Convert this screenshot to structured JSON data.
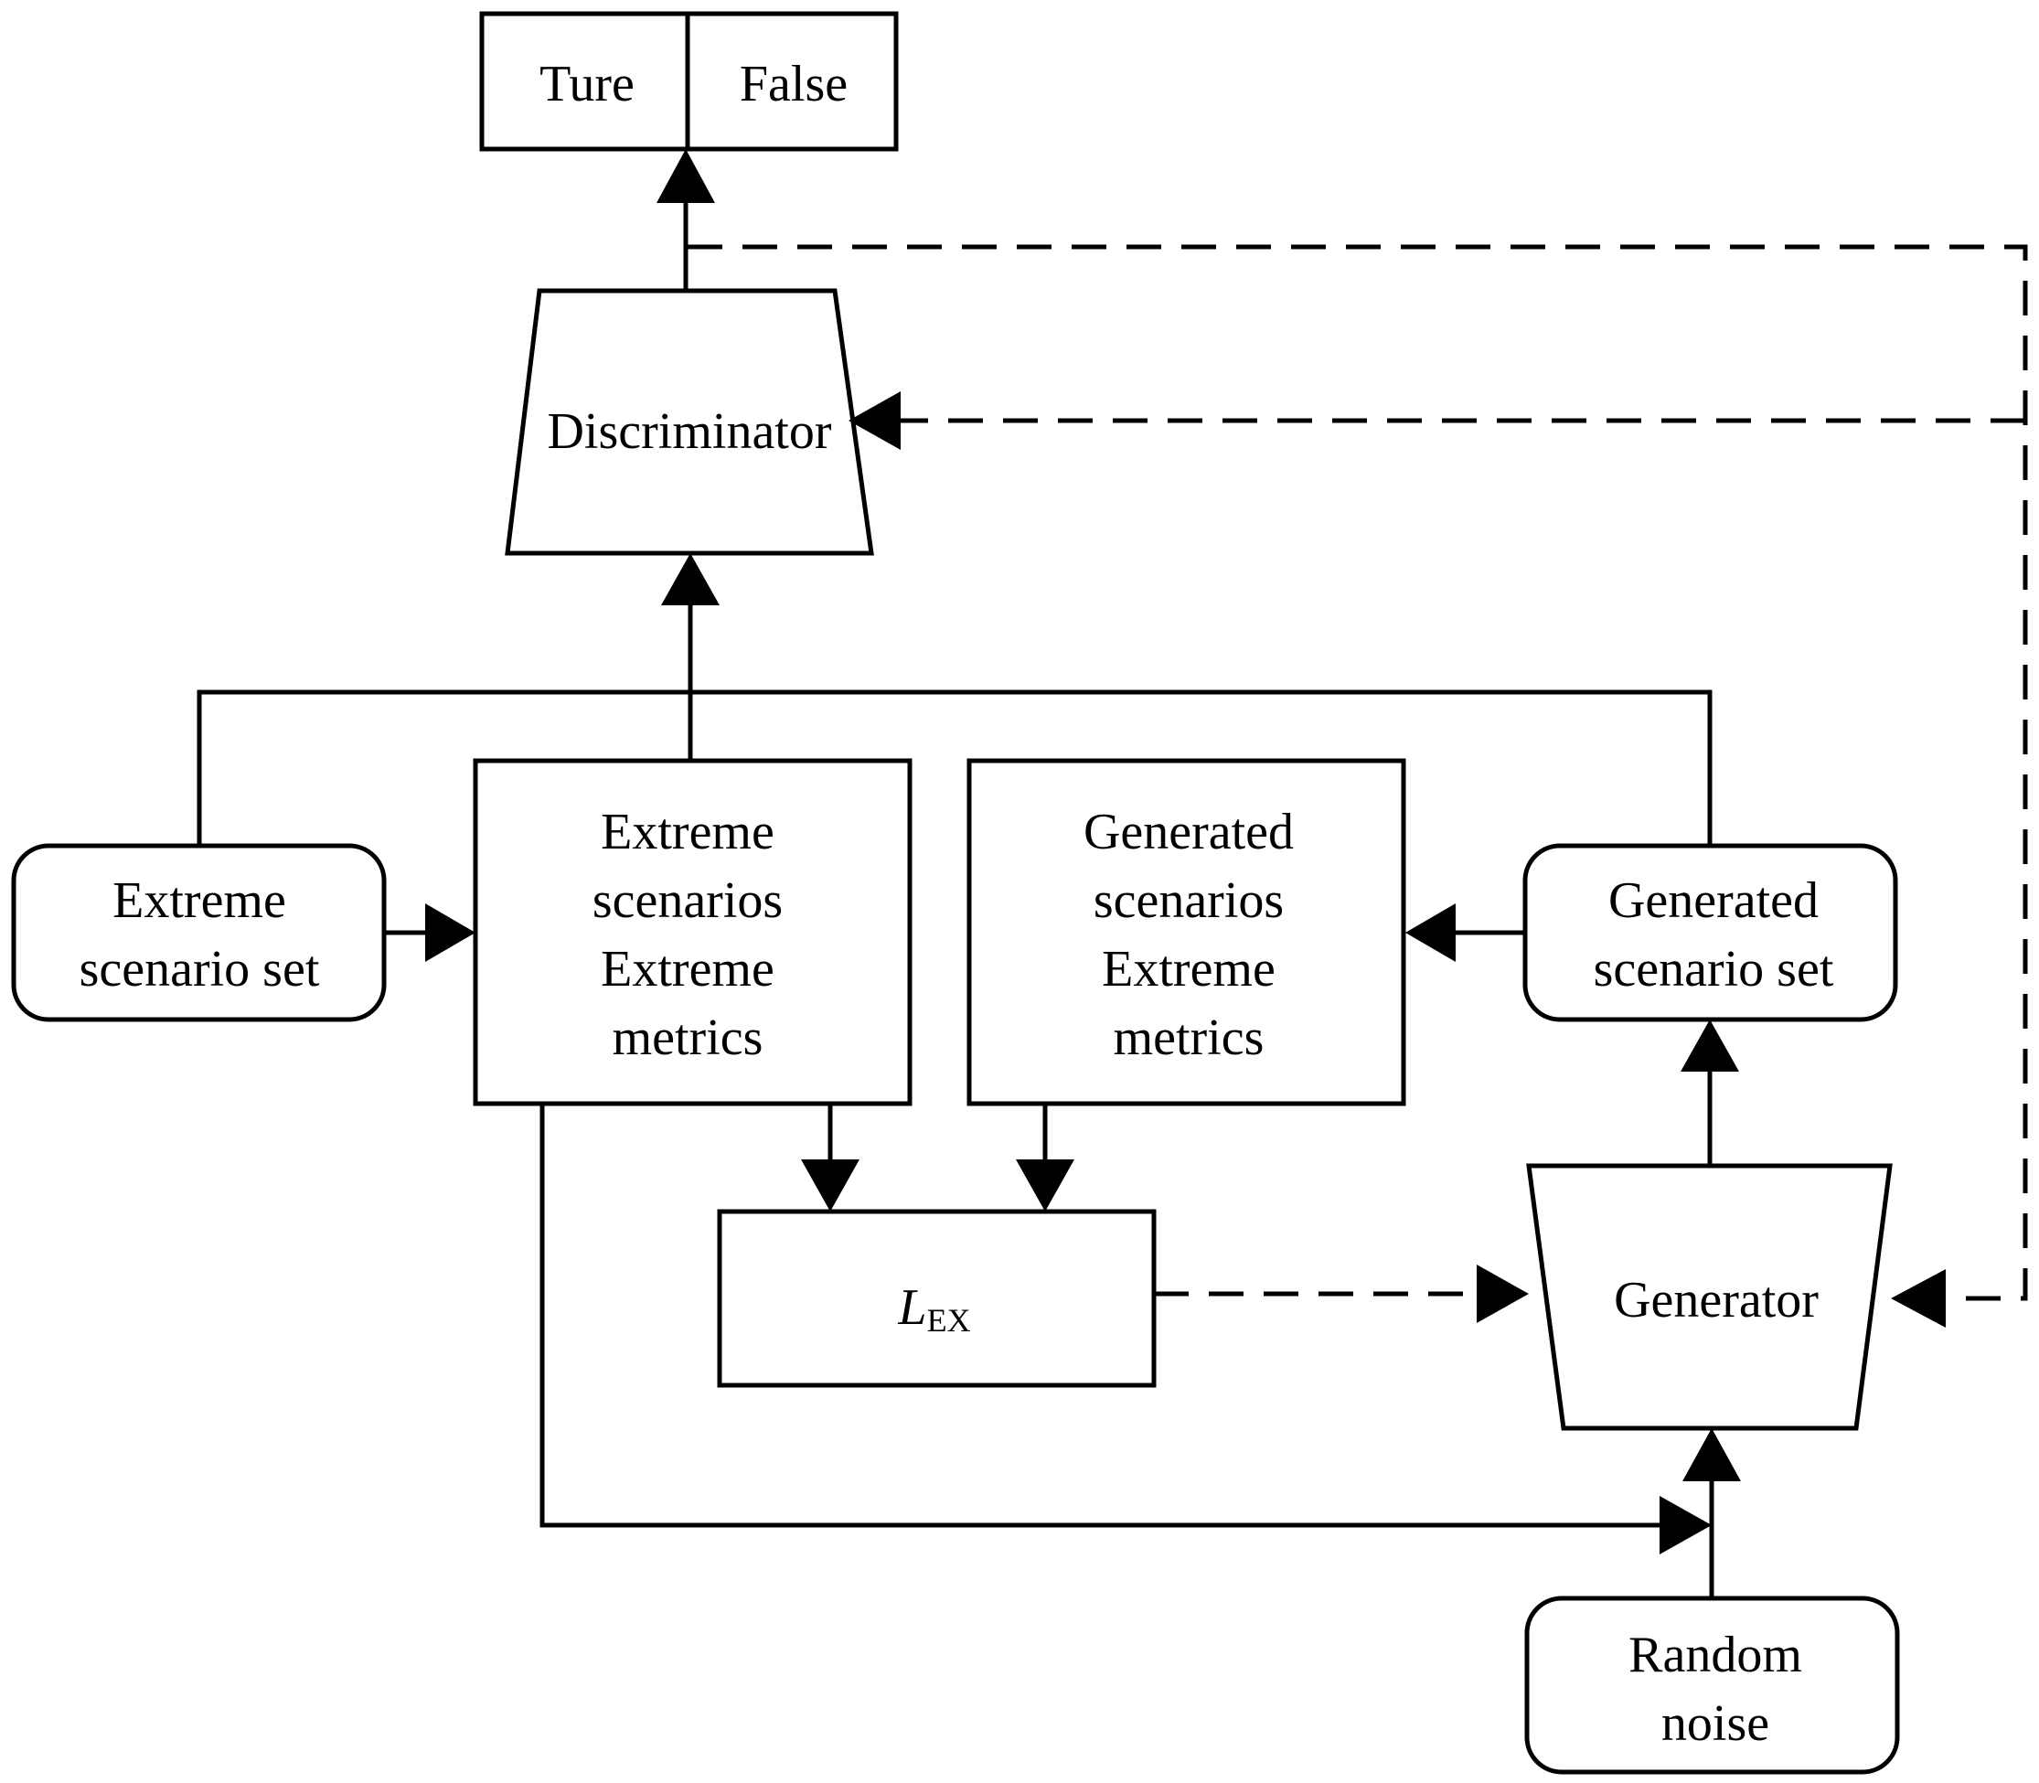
{
  "output": {
    "true_label": "Ture",
    "false_label": "False"
  },
  "discriminator": {
    "label": "Discriminator"
  },
  "generator": {
    "label": "Generator"
  },
  "extreme_set": {
    "line1": "Extreme",
    "line2": "scenario set"
  },
  "extreme_metrics": {
    "line1": "Extreme",
    "line2": "scenarios",
    "line3": "Extreme",
    "line4": "metrics"
  },
  "generated_metrics": {
    "line1": "Generated",
    "line2": "scenarios",
    "line3": "Extreme",
    "line4": "metrics"
  },
  "generated_set": {
    "line1": "Generated",
    "line2": "scenario set"
  },
  "loss": {
    "symbol": "L",
    "subscript": "EX"
  },
  "noise": {
    "line1": "Random",
    "line2": "noise"
  }
}
